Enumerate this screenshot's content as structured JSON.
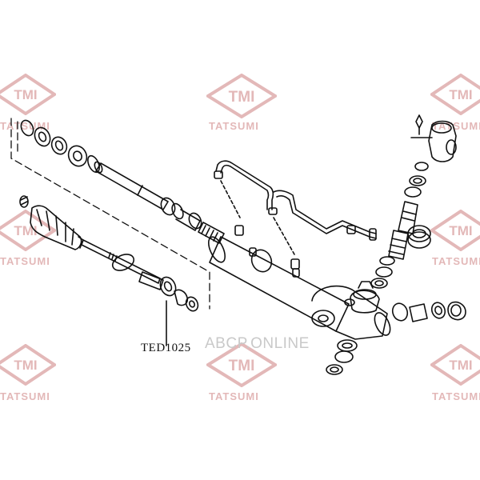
{
  "watermark": {
    "logo_text": "TMI",
    "brand_text": "TATSUMI",
    "site_text": "ABCP.ONLINE",
    "color": "#e3b8b8"
  },
  "diagram": {
    "part_label": "TED1025"
  },
  "colors": {
    "line": "#111111",
    "paper": "#ffffff"
  }
}
